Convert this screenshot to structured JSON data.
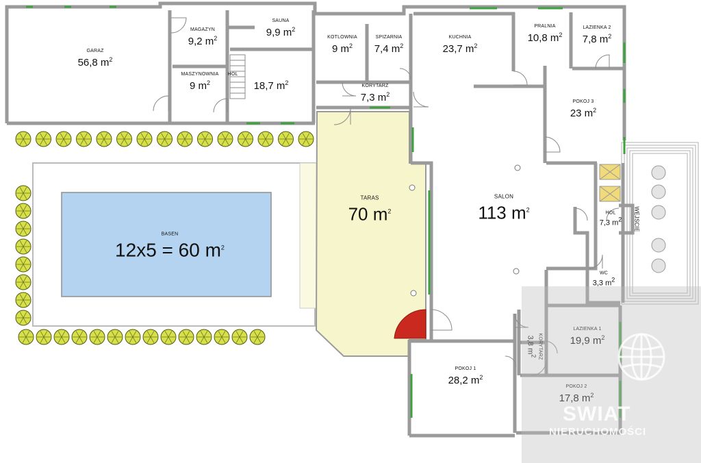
{
  "rooms": {
    "garaz": {
      "name": "GARAZ",
      "area": "56,8 m"
    },
    "magazyn": {
      "name": "MAGAZYN",
      "area": "9,2 m"
    },
    "maszynownia": {
      "name": "MASZYNOWNIA",
      "area": "9 m"
    },
    "sauna": {
      "name": "SAUNA",
      "area": "9,9 m"
    },
    "hol_upper": {
      "name": "HOL",
      "area": "18,7 m"
    },
    "kotlownia": {
      "name": "KOTLOWNIA",
      "area": "9 m"
    },
    "spizarnia": {
      "name": "SPIZARNIA",
      "area": "7,4 m"
    },
    "korytarz_upper": {
      "name": "KORYTARZ",
      "area": "7,3 m"
    },
    "kuchnia": {
      "name": "KUCHNIA",
      "area": "23,7 m"
    },
    "pralnia": {
      "name": "PRALNIA",
      "area": "10,8 m"
    },
    "lazienka2": {
      "name": "LAZIENKA 2",
      "area": "7,8 m"
    },
    "pokoj3": {
      "name": "POKOJ 3",
      "area": "23 m"
    },
    "taras": {
      "name": "TARAS",
      "area": "70 m"
    },
    "salon": {
      "name": "SALON",
      "area": "113 m"
    },
    "hol_entry": {
      "name": "HOL",
      "area": "7,3 m"
    },
    "wejscie": {
      "name": "WEJSCIE"
    },
    "wc": {
      "name": "WC",
      "area": "3,3 m"
    },
    "lazienka1": {
      "name": "LAZIENKA 1",
      "area": "19,9 m"
    },
    "korytarz_lower": {
      "name": "KORYTARZ",
      "area": "3,8 m"
    },
    "pokoj1": {
      "name": "POKOJ 1",
      "area": "28,2 m"
    },
    "pokoj2": {
      "name": "POKOJ 2",
      "area": "17,8 m"
    },
    "basen": {
      "name": "BASEN",
      "area": "12x5 = 60 m"
    }
  },
  "superscript": "2",
  "watermark": {
    "line1": "SWIAT",
    "line2": "NIERUCHOMOŚCI"
  },
  "colors": {
    "wall": "#9a9a9a",
    "pool": "#b3d3f0",
    "terrace": "#f7f5cc",
    "deck": "#fafae0",
    "hedge": "#d7e04a",
    "window": "#3ea03e",
    "arc": "#c9291e",
    "crossbox": "#f0da7a"
  }
}
